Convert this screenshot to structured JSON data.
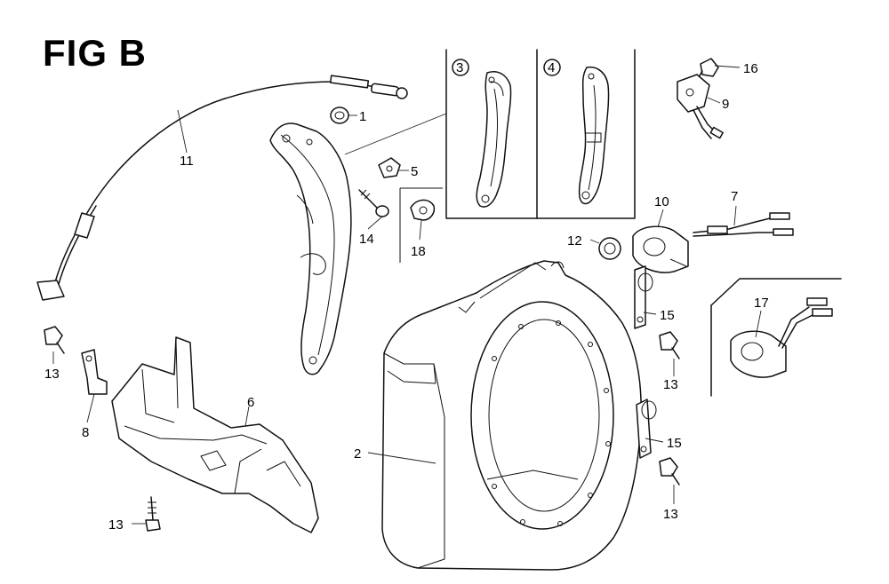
{
  "figure": {
    "title": "FIG B"
  },
  "diagram": {
    "callouts": [
      {
        "id": "c1",
        "label": "1"
      },
      {
        "id": "c2",
        "label": "2"
      },
      {
        "id": "c3",
        "label": "3"
      },
      {
        "id": "c4",
        "label": "4"
      },
      {
        "id": "c5",
        "label": "5"
      },
      {
        "id": "c6",
        "label": "6"
      },
      {
        "id": "c7",
        "label": "7"
      },
      {
        "id": "c8",
        "label": "8"
      },
      {
        "id": "c9",
        "label": "9"
      },
      {
        "id": "c10",
        "label": "10"
      },
      {
        "id": "c11",
        "label": "11"
      },
      {
        "id": "c12",
        "label": "12"
      },
      {
        "id": "c13a",
        "label": "13"
      },
      {
        "id": "c13b",
        "label": "13"
      },
      {
        "id": "c13c",
        "label": "13"
      },
      {
        "id": "c13d",
        "label": "13"
      },
      {
        "id": "c14",
        "label": "14"
      },
      {
        "id": "c15a",
        "label": "15"
      },
      {
        "id": "c15b",
        "label": "15"
      },
      {
        "id": "c16",
        "label": "16"
      },
      {
        "id": "c17",
        "label": "17"
      },
      {
        "id": "c18",
        "label": "18"
      }
    ],
    "parts": [
      {
        "id": "p1",
        "icon": "grommet-icon"
      },
      {
        "id": "p2",
        "icon": "fan-cover-shroud-icon"
      },
      {
        "id": "p3",
        "icon": "guide-plate-variant-a-icon"
      },
      {
        "id": "p4",
        "icon": "guide-plate-variant-b-icon"
      },
      {
        "id": "p5",
        "icon": "clip-icon"
      },
      {
        "id": "p6",
        "icon": "cylinder-cover-icon"
      },
      {
        "id": "p7",
        "icon": "wire-harness-icon"
      },
      {
        "id": "p8",
        "icon": "bracket-clip-icon"
      },
      {
        "id": "p9",
        "icon": "oil-switch-icon"
      },
      {
        "id": "p10",
        "icon": "oil-sensor-unit-icon"
      },
      {
        "id": "p11",
        "icon": "control-cable-icon"
      },
      {
        "id": "p12",
        "icon": "grommet-small-icon"
      },
      {
        "id": "p13",
        "icon": "flange-bolt-icon"
      },
      {
        "id": "p14",
        "icon": "screw-icon"
      },
      {
        "id": "p15",
        "icon": "harness-clamp-icon"
      },
      {
        "id": "p16",
        "icon": "bolt-icon"
      },
      {
        "id": "p17",
        "icon": "oil-sensor-alt-icon"
      },
      {
        "id": "p18",
        "icon": "clip-alt-icon"
      },
      {
        "id": "p19",
        "icon": "air-guide-plate-icon"
      }
    ]
  }
}
